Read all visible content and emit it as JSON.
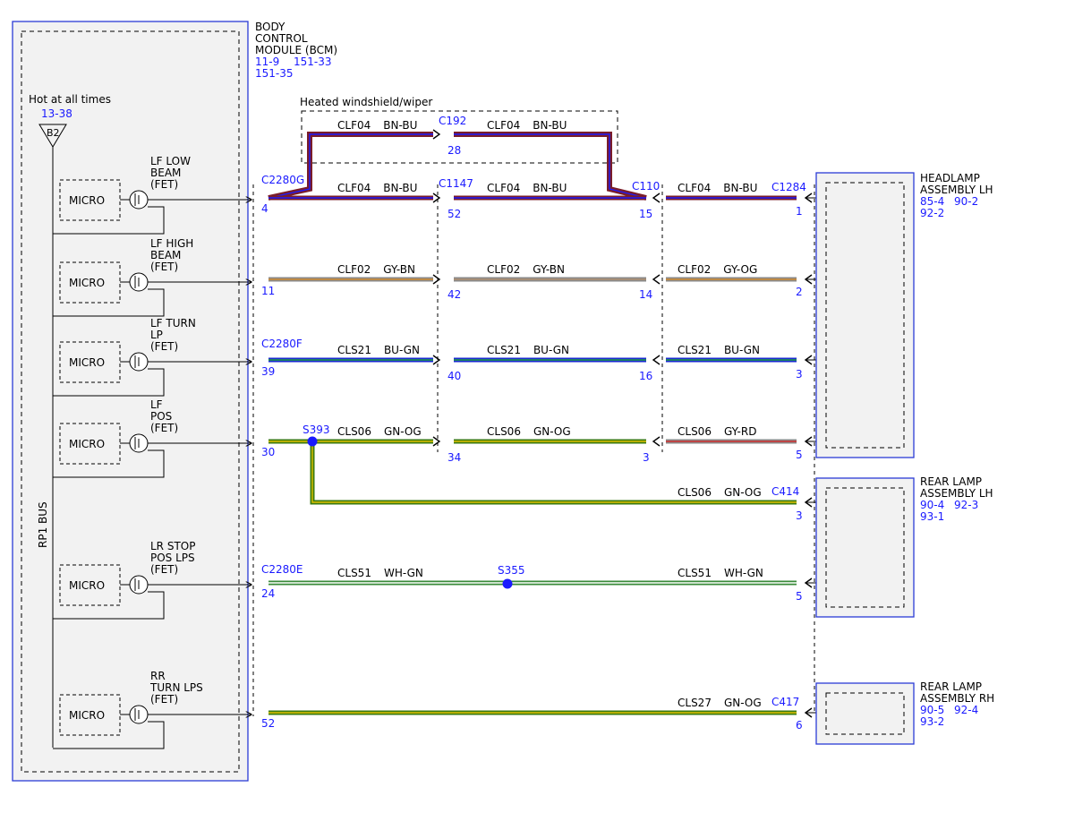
{
  "bcm": {
    "title_lines": [
      "BODY",
      "CONTROL",
      "MODULE (BCM)"
    ],
    "refs": [
      "11-9",
      "151-33",
      "151-35"
    ],
    "hot_label": "Hot at all times",
    "hot_ref": "13-38",
    "fuse": "B2",
    "bus": "RP1 BUS",
    "micro": "MICRO",
    "channels": [
      {
        "label_lines": [
          "LF LOW",
          "BEAM",
          "(FET)"
        ]
      },
      {
        "label_lines": [
          "LF HIGH",
          "BEAM",
          "(FET)"
        ]
      },
      {
        "label_lines": [
          "LF TURN",
          "LP",
          "(FET)"
        ]
      },
      {
        "label_lines": [
          "LF",
          "POS",
          "(FET)"
        ]
      },
      {
        "label_lines": [
          "LR STOP",
          "POS LPS",
          "(FET)"
        ]
      },
      {
        "label_lines": [
          "RR",
          "TURN LPS",
          "(FET)"
        ]
      }
    ]
  },
  "heated_label": "Heated windshield/wiper",
  "connectors": {
    "c2280g": "C2280G",
    "c2280f": "C2280F",
    "c2280e": "C2280E",
    "c192": "C192",
    "c1147": "C1147",
    "c110": "C110",
    "c1284": "C1284",
    "c414": "C414",
    "c417": "C417"
  },
  "splices": {
    "s393": "S393",
    "s355": "S355"
  },
  "pins": {
    "r1": [
      "4",
      "52",
      "15",
      "1"
    ],
    "r2": [
      "11",
      "42",
      "14",
      "2"
    ],
    "r3": [
      "39",
      "40",
      "16",
      "3"
    ],
    "r4": [
      "30",
      "34",
      "3",
      "5"
    ],
    "c192": "28",
    "c414": "3",
    "c2280e": "24",
    "c414b": "5",
    "c417_bcm": "52",
    "c417": "6"
  },
  "wires": {
    "loop_left": {
      "circuit": "CLF04",
      "color": "BN-BU"
    },
    "loop_right": {
      "circuit": "CLF04",
      "color": "BN-BU"
    },
    "r1": [
      {
        "circuit": "CLF04",
        "color": "BN-BU"
      },
      {
        "circuit": "CLF04",
        "color": "BN-BU"
      },
      {
        "circuit": "CLF04",
        "color": "BN-BU"
      }
    ],
    "r2": [
      {
        "circuit": "CLF02",
        "color": "GY-BN"
      },
      {
        "circuit": "CLF02",
        "color": "GY-BN"
      },
      {
        "circuit": "CLF02",
        "color": "GY-OG"
      }
    ],
    "r3": [
      {
        "circuit": "CLS21",
        "color": "BU-GN"
      },
      {
        "circuit": "CLS21",
        "color": "BU-GN"
      },
      {
        "circuit": "CLS21",
        "color": "BU-GN"
      }
    ],
    "r4": [
      {
        "circuit": "CLS06",
        "color": "GN-OG"
      },
      {
        "circuit": "CLS06",
        "color": "GN-OG"
      },
      {
        "circuit": "CLS06",
        "color": "GY-RD"
      }
    ],
    "rear_lh": {
      "circuit": "CLS06",
      "color": "GN-OG"
    },
    "lr_stop": [
      {
        "circuit": "CLS51",
        "color": "WH-GN"
      },
      {
        "circuit": "CLS51",
        "color": "WH-GN"
      }
    ],
    "rr": {
      "circuit": "CLS27",
      "color": "GN-OG"
    }
  },
  "components": {
    "headlamp_lh": {
      "lines": [
        "HEADLAMP",
        "ASSEMBLY LH"
      ],
      "refs": [
        "85-4",
        "90-2",
        "92-2"
      ]
    },
    "rear_lh": {
      "lines": [
        "REAR LAMP",
        "ASSEMBLY LH"
      ],
      "refs": [
        "90-4",
        "92-3",
        "93-1"
      ]
    },
    "rear_rh": {
      "lines": [
        "REAR LAMP",
        "ASSEMBLY RH"
      ],
      "refs": [
        "90-5",
        "92-4",
        "93-2"
      ]
    }
  },
  "palette": {
    "brown": "#7a1d2a",
    "blue": "#1a1aff",
    "wire_blue": "#1a2ad0",
    "gray": "#8a8a8a",
    "orange": "#d08a30",
    "green": "#3a7a10",
    "yellow": "#e0c000",
    "red": "#d03030",
    "module_fill": "#f2f2f2",
    "module_border": "#2b3bd6"
  }
}
